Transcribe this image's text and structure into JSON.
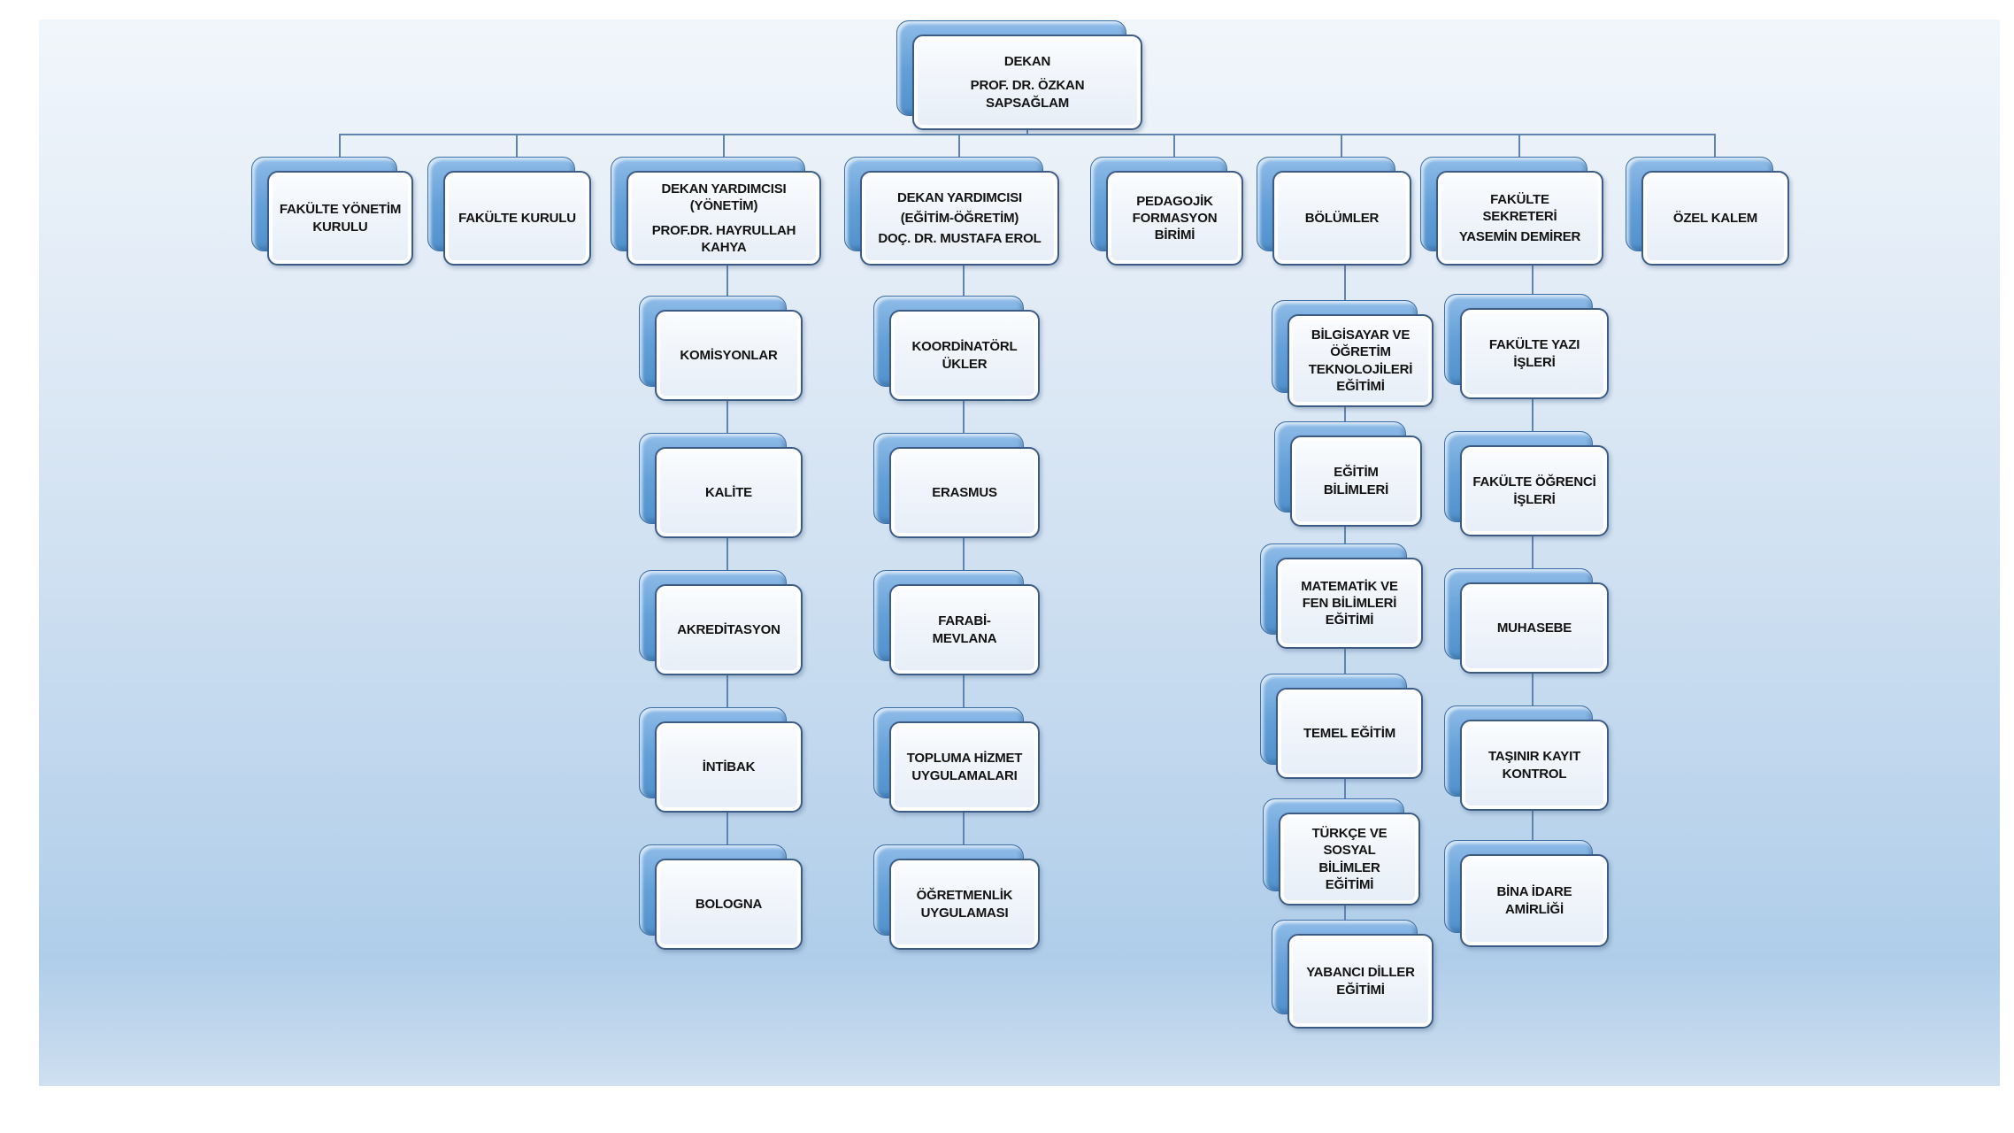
{
  "diagram_title": "Faculty organization chart (Dekanlık)",
  "colors": {
    "node_back_blue": "#5B9BD5",
    "node_back_border": "#3E6FA5",
    "node_face_fill": "#F1F5FB",
    "node_face_border": "#3D5C85",
    "connector": "#5E84AF",
    "text": "#121212",
    "slide_top": "#F1F6FB",
    "slide_bottom": "#AFCDE9"
  },
  "nodes": {
    "dekan": {
      "lines": [
        "DEKAN",
        "PROF. DR. ÖZKAN SAPSAĞLAM"
      ]
    },
    "fakulte_yonetim_kurulu": {
      "lines": [
        "FAKÜLTE YÖNETİM KURULU"
      ]
    },
    "fakulte_kurulu": {
      "lines": [
        "FAKÜLTE KURULU"
      ]
    },
    "dekan_yrd_yonetim": {
      "lines": [
        "DEKAN YARDIMCISI (YÖNETİM)",
        "PROF.DR. HAYRULLAH KAHYA"
      ]
    },
    "dekan_yrd_egitim": {
      "lines": [
        "DEKAN YARDIMCISI",
        "(EĞİTİM-ÖĞRETİM)",
        "DOÇ. DR. MUSTAFA EROL"
      ]
    },
    "pedagojik_formasyon": {
      "lines": [
        "PEDAGOJİK FORMASYON BİRİMİ"
      ]
    },
    "bolumler": {
      "lines": [
        "BÖLÜMLER"
      ]
    },
    "fakulte_sekreteri": {
      "lines": [
        "FAKÜLTE SEKRETERİ",
        "YASEMİN DEMİRER"
      ]
    },
    "ozel_kalem": {
      "lines": [
        "ÖZEL KALEM"
      ]
    },
    "komisyonlar": {
      "lines": [
        "KOMİSYONLAR"
      ]
    },
    "kalite": {
      "lines": [
        "KALİTE"
      ]
    },
    "akreditasyon": {
      "lines": [
        "AKREDİTASYON"
      ]
    },
    "intibak": {
      "lines": [
        "İNTİBAK"
      ]
    },
    "bologna": {
      "lines": [
        "BOLOGNA"
      ]
    },
    "koordinatorlukler": {
      "lines": [
        "KOORDİNATÖRLÜKLER"
      ]
    },
    "erasmus": {
      "lines": [
        "ERASMUS"
      ]
    },
    "farabi_mevlana": {
      "lines": [
        "FARABİ-MEVLANA"
      ]
    },
    "topluma_hizmet": {
      "lines": [
        "TOPLUMA HİZMET UYGULAMALARI"
      ]
    },
    "ogretmenlik_uygulamasi": {
      "lines": [
        "ÖĞRETMENLİK UYGULAMASI"
      ]
    },
    "bilgisayar_ogretim": {
      "lines": [
        "BİLGİSAYAR VE ÖĞRETİM TEKNOLOJİLERİ EĞİTİMİ"
      ]
    },
    "egitim_bilimleri": {
      "lines": [
        "EĞİTİM BİLİMLERİ"
      ]
    },
    "matematik_fen": {
      "lines": [
        "MATEMATİK  VE FEN BİLİMLERİ EĞİTİMİ"
      ]
    },
    "temel_egitim": {
      "lines": [
        "TEMEL EĞİTİM"
      ]
    },
    "turkce_sosyal": {
      "lines": [
        "TÜRKÇE  VE SOSYAL BİLİMLER EĞİTİMİ"
      ]
    },
    "yabanci_diller": {
      "lines": [
        "YABANCI DİLLER EĞİTİMİ"
      ]
    },
    "fakulte_yazi_isleri": {
      "lines": [
        "FAKÜLTE YAZI İŞLERİ"
      ]
    },
    "fakulte_ogrenci_isleri": {
      "lines": [
        "FAKÜLTE ÖĞRENCİ İŞLERİ"
      ]
    },
    "muhasebe": {
      "lines": [
        "MUHASEBE"
      ]
    },
    "tasinir_kayit": {
      "lines": [
        "TAŞINIR KAYIT KONTROL"
      ]
    },
    "bina_idare": {
      "lines": [
        "BİNA İDARE AMİRLİĞİ"
      ]
    }
  },
  "hierarchy": {
    "DEKAN": [
      "FAKÜLTE YÖNETİM KURULU",
      "FAKÜLTE KURULU",
      "DEKAN YARDIMCISI (YÖNETİM)",
      "DEKAN YARDIMCISI (EĞİTİM-ÖĞRETİM)",
      "PEDAGOJİK FORMASYON BİRİMİ",
      "BÖLÜMLER",
      "FAKÜLTE SEKRETERİ",
      "ÖZEL KALEM"
    ],
    "DEKAN YARDIMCISI (YÖNETİM)": [
      "KOMİSYONLAR",
      "KALİTE",
      "AKREDİTASYON",
      "İNTİBAK",
      "BOLOGNA"
    ],
    "DEKAN YARDIMCISI (EĞİTİM-ÖĞRETİM)": [
      "KOORDİNATÖRLÜKLER",
      "ERASMUS",
      "FARABİ-MEVLANA",
      "TOPLUMA HİZMET UYGULAMALARI",
      "ÖĞRETMENLİK UYGULAMASI"
    ],
    "BÖLÜMLER": [
      "BİLGİSAYAR VE ÖĞRETİM TEKNOLOJİLERİ EĞİTİMİ",
      "EĞİTİM BİLİMLERİ",
      "MATEMATİK VE FEN BİLİMLERİ EĞİTİMİ",
      "TEMEL EĞİTİM",
      "TÜRKÇE VE SOSYAL BİLİMLER EĞİTİMİ",
      "YABANCI DİLLER EĞİTİMİ"
    ],
    "FAKÜLTE SEKRETERİ": [
      "FAKÜLTE YAZI İŞLERİ",
      "FAKÜLTE ÖĞRENCİ İŞLERİ",
      "MUHASEBE",
      "TAŞINIR KAYIT KONTROL",
      "BİNA İDARE AMİRLİĞİ"
    ]
  }
}
